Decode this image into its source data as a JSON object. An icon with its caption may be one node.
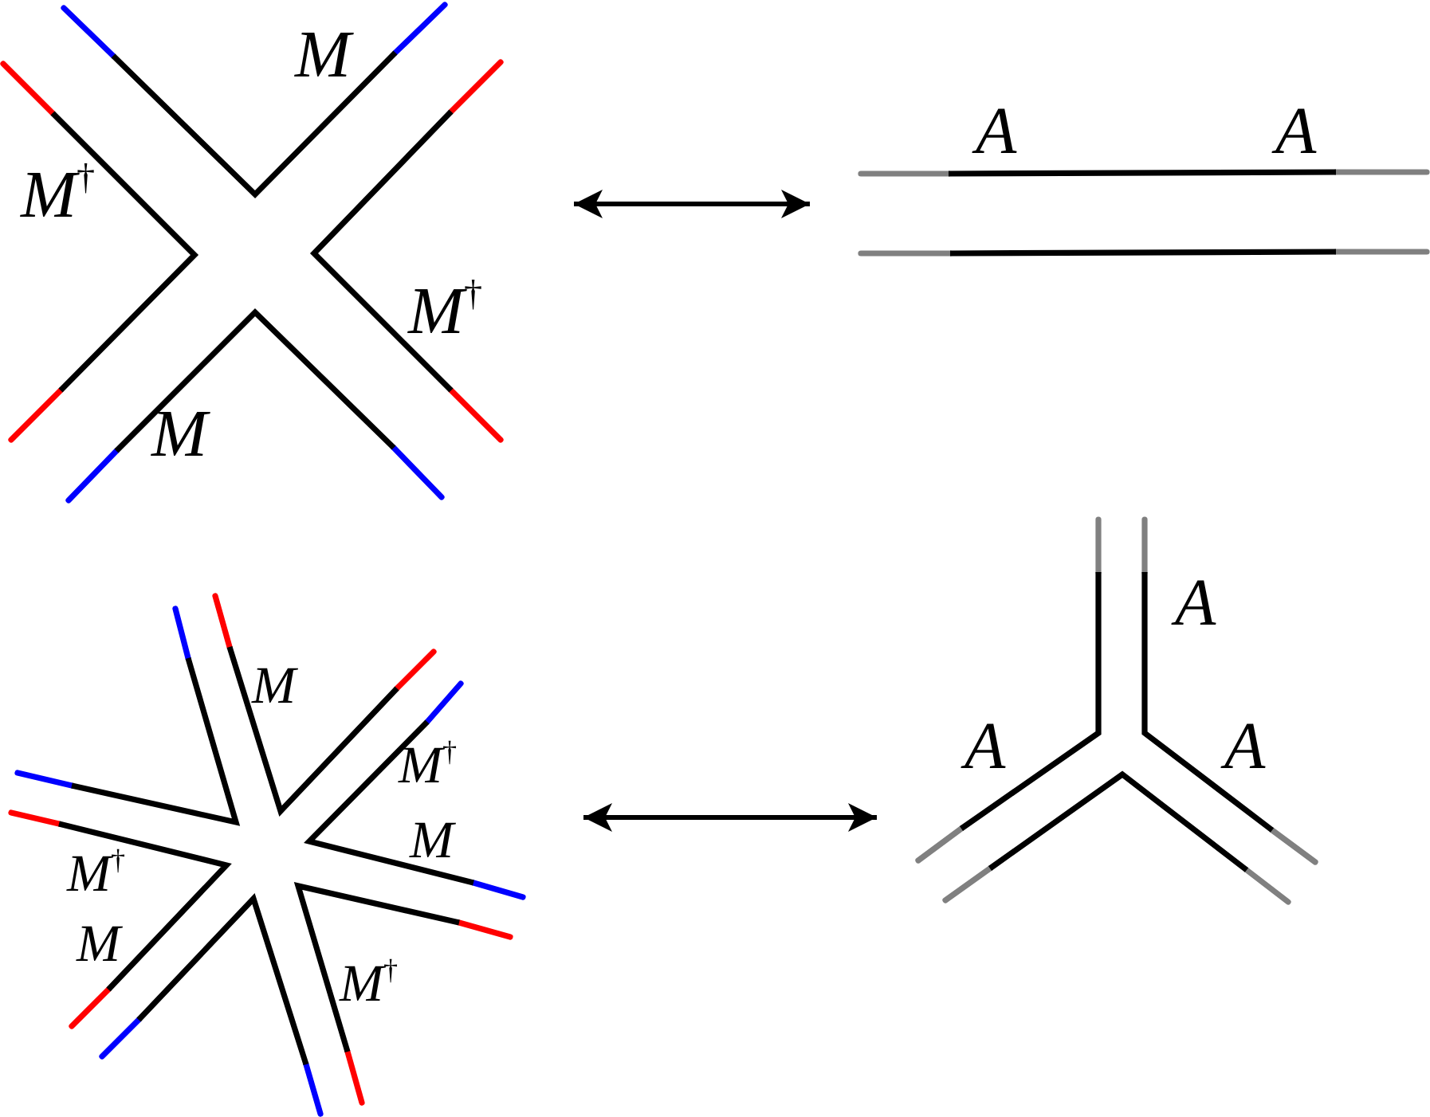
{
  "diagram": {
    "nodes": [
      {
        "text": [
          "M",
          "M$^{†}$",
          "M$^{†}$",
          "M"
        ]
      },
      {
        "text": [
          "A",
          "A"
        ]
      },
      {
        "text": [
          "M",
          "M$^{†}$",
          "M",
          "M$^{†}$",
          "M",
          "M$^{†}$"
        ]
      },
      {
        "text": [
          "A",
          "A",
          "A"
        ]
      }
    ],
    "edges": [
      {
        "from": 0,
        "to": 1,
        "arrow": "both"
      },
      {
        "from": 2,
        "to": 3,
        "arrow": "both"
      }
    ]
  }
}
